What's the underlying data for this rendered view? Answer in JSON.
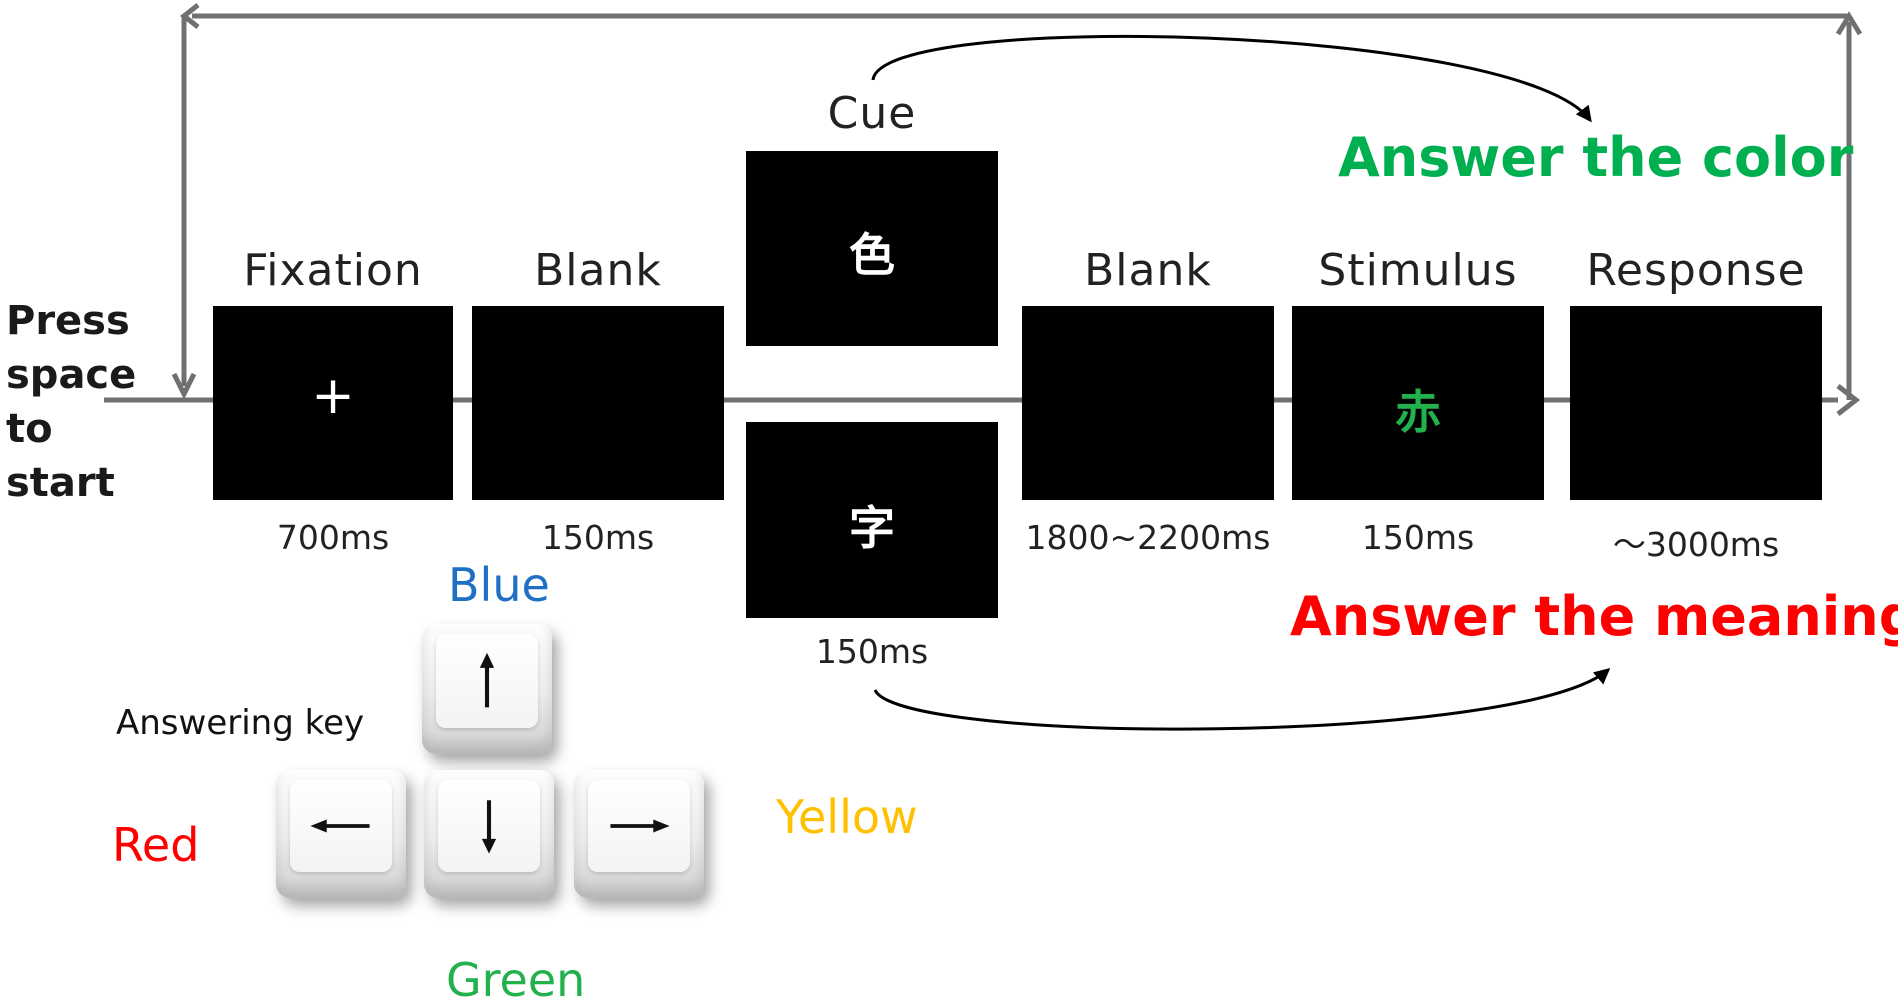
{
  "start": {
    "label_lines": [
      "Press",
      "space",
      "to",
      "start"
    ]
  },
  "screens": {
    "fixation": {
      "label": "Fixation",
      "symbol": "+",
      "duration": "700ms"
    },
    "blank1": {
      "label": "Blank",
      "duration": "150ms"
    },
    "cue": {
      "label": "Cue",
      "top_symbol": "色",
      "bottom_symbol": "字",
      "duration": "150ms"
    },
    "blank2": {
      "label": "Blank",
      "duration": "1800~2200ms"
    },
    "stimulus": {
      "label": "Stimulus",
      "symbol": "赤",
      "duration": "150ms",
      "symbol_color": "#22b14c"
    },
    "response": {
      "label": "Response",
      "duration": "～3000ms"
    }
  },
  "instructions": {
    "color": {
      "text": "Answer the color",
      "color": "#00b050"
    },
    "meaning": {
      "text": "Answer the meaning",
      "color": "#ff0000"
    }
  },
  "keys": {
    "title": "Answering key",
    "up": {
      "label": "Blue",
      "color": "#1f6fc5",
      "icon": "arrow-up-icon"
    },
    "left": {
      "label": "Red",
      "color": "#ff0000",
      "icon": "arrow-left-icon"
    },
    "down": {
      "label": "Green",
      "color": "#22b14c",
      "icon": "arrow-down-icon"
    },
    "right": {
      "label": "Yellow",
      "color": "#ffc000",
      "icon": "arrow-right-icon"
    }
  }
}
